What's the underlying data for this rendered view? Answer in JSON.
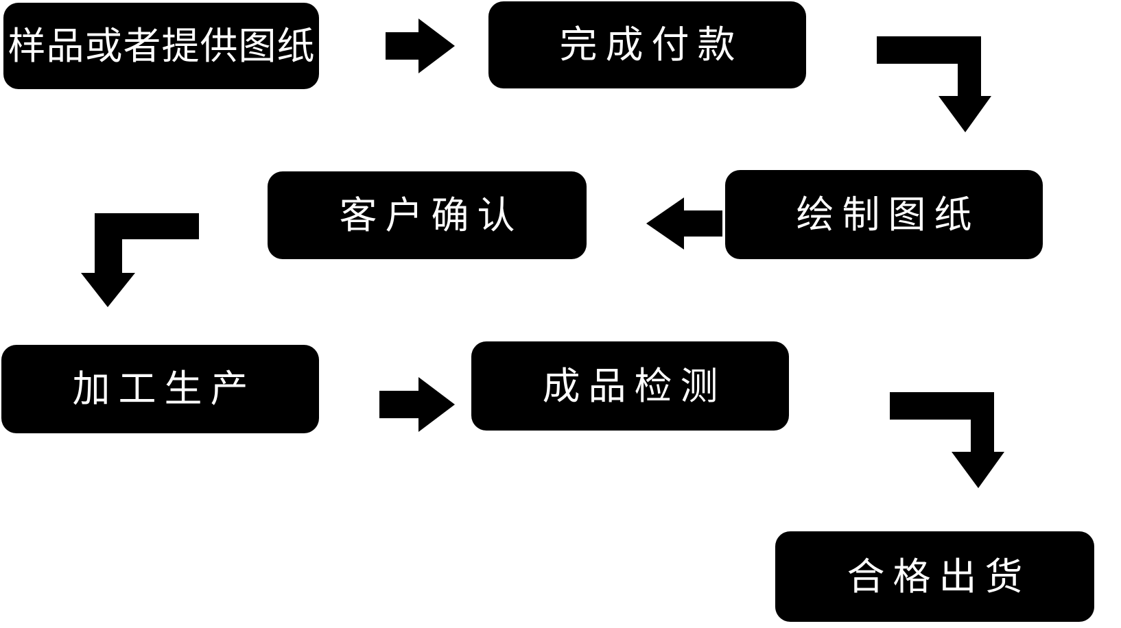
{
  "diagram": {
    "type": "flowchart",
    "colors": {
      "background": "#ffffff",
      "node_fill": "#000000",
      "node_text": "#ffffff",
      "arrow": "#000000"
    },
    "nodes": [
      {
        "id": "sample-or-drawing",
        "label": "样品或者提供图纸"
      },
      {
        "id": "complete-payment",
        "label": "完成付款"
      },
      {
        "id": "customer-confirmation",
        "label": "客户确认"
      },
      {
        "id": "draw-drawings",
        "label": "绘制图纸"
      },
      {
        "id": "processing-production",
        "label": "加工生产"
      },
      {
        "id": "finished-inspection",
        "label": "成品检测"
      },
      {
        "id": "qualified-shipment",
        "label": "合格出货"
      }
    ],
    "connections": [
      {
        "from": "sample-or-drawing",
        "to": "complete-payment",
        "shape": "straight-right"
      },
      {
        "from": "complete-payment",
        "to": "draw-drawings",
        "shape": "elbow-right-then-down"
      },
      {
        "from": "draw-drawings",
        "to": "customer-confirmation",
        "shape": "straight-left"
      },
      {
        "from": "customer-confirmation",
        "to": "processing-production",
        "shape": "elbow-left-then-down"
      },
      {
        "from": "processing-production",
        "to": "finished-inspection",
        "shape": "straight-right"
      },
      {
        "from": "finished-inspection",
        "to": "qualified-shipment",
        "shape": "elbow-right-then-down"
      }
    ]
  }
}
